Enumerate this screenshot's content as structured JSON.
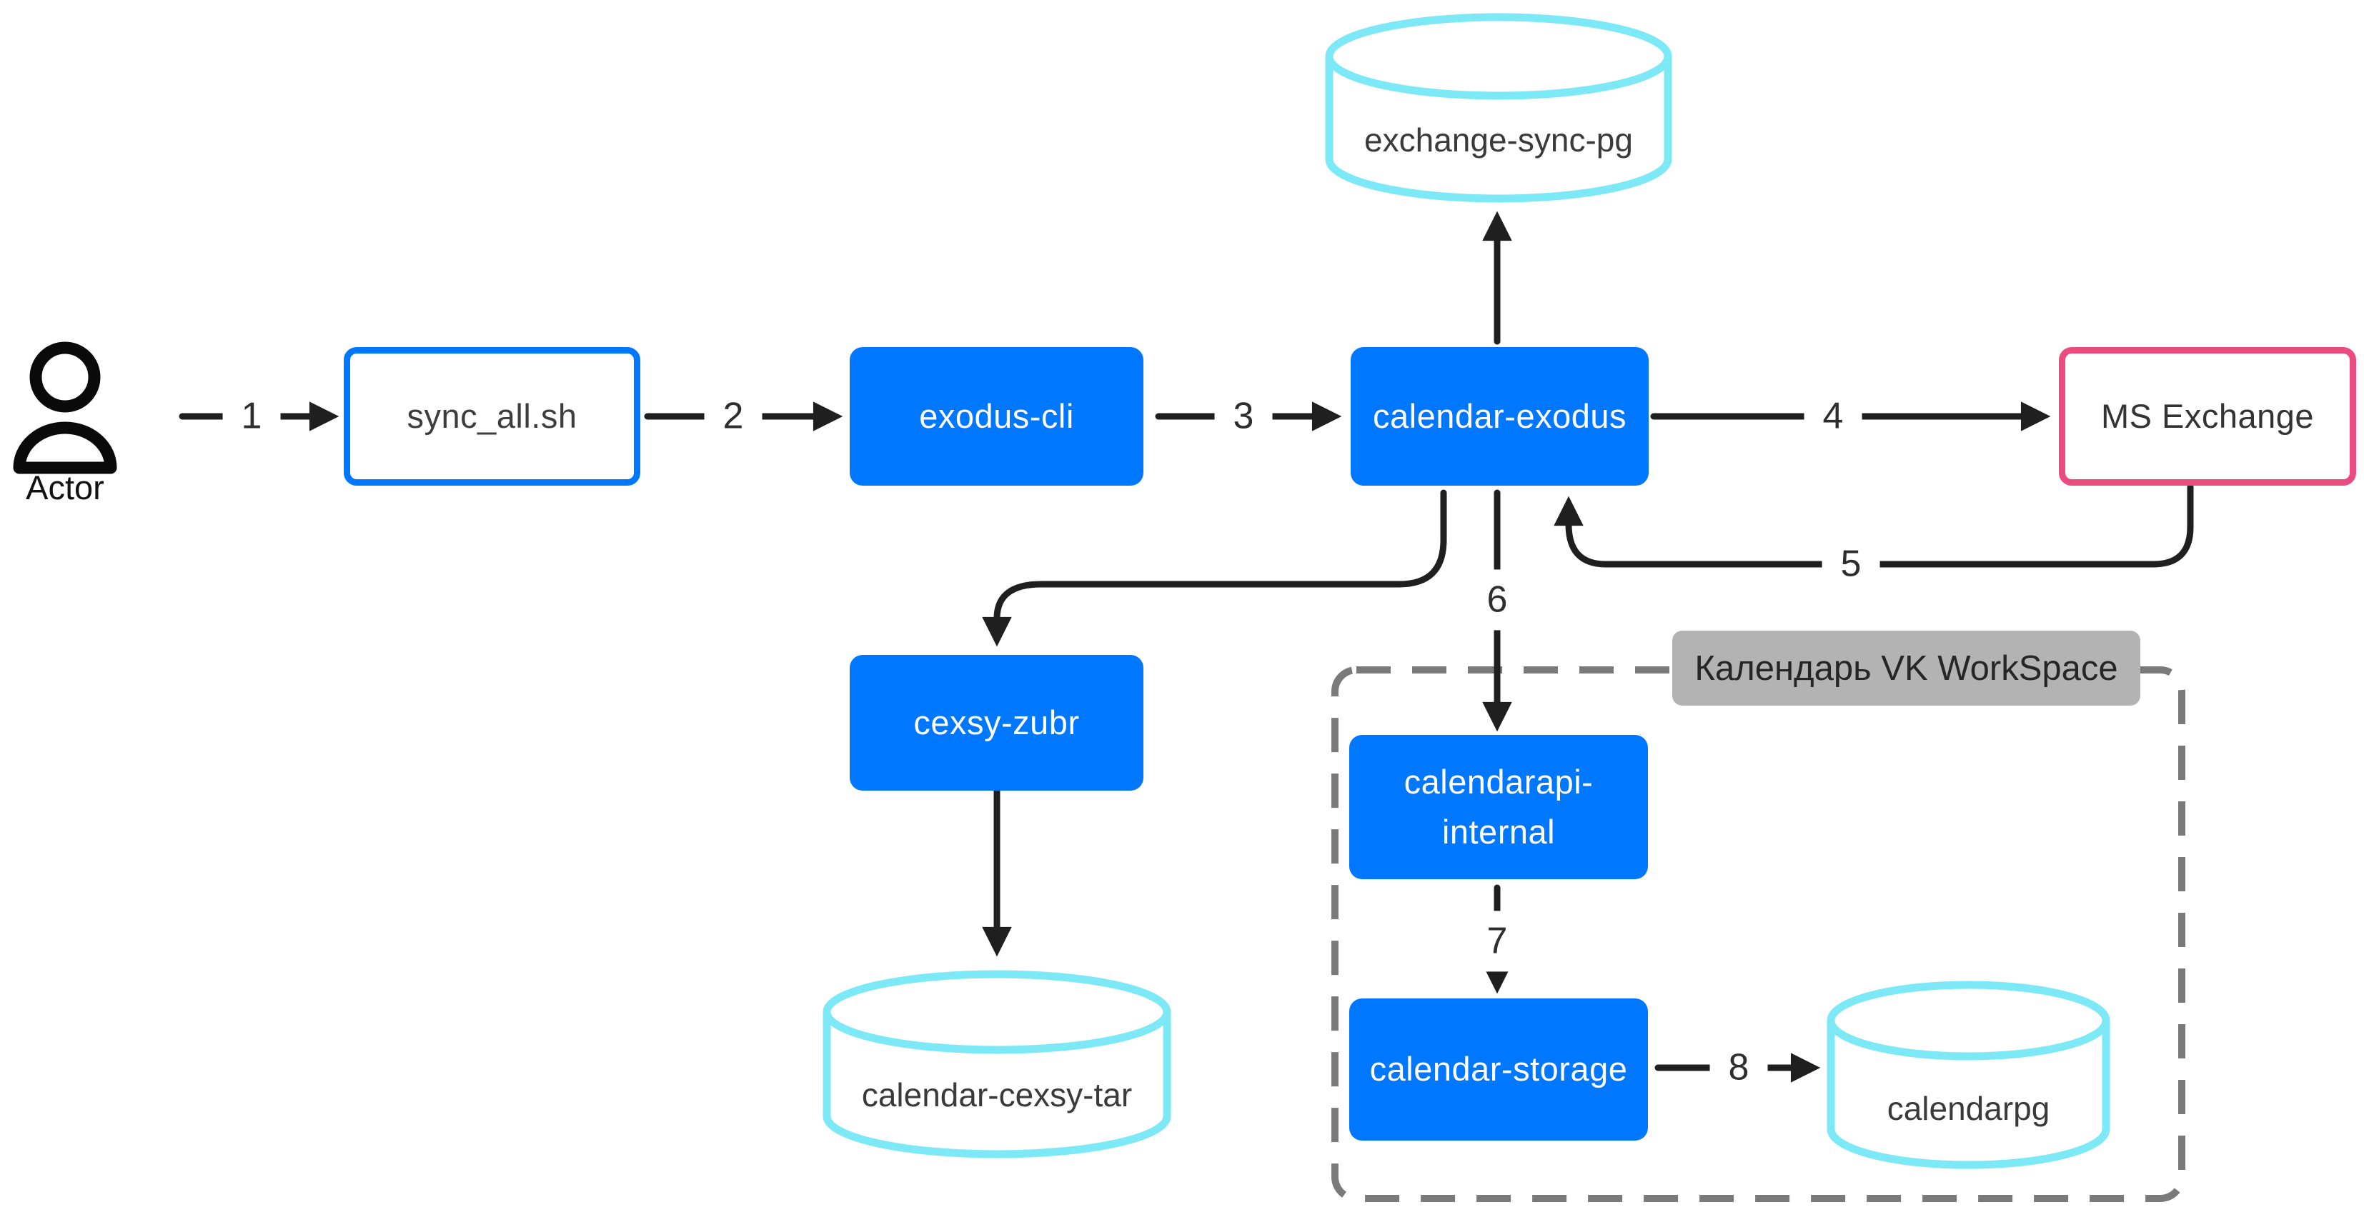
{
  "diagram": {
    "type": "architecture-flow",
    "colors": {
      "accent_blue": "#0077ff",
      "pink_border": "#ea4c80",
      "cyan_cylinder": "#7de9f6",
      "group_label_bg": "#b3b3b3",
      "dash_gray": "#7a7a7a",
      "line_black": "#1f1f1f"
    }
  },
  "actor": {
    "label": "Actor"
  },
  "nodes": {
    "sync_all": {
      "label": "sync_all.sh",
      "style": "outlined-blue"
    },
    "exodus_cli": {
      "label": "exodus-cli",
      "style": "filled-blue"
    },
    "calendar_exodus": {
      "label": "calendar-exodus",
      "style": "filled-blue"
    },
    "ms_exchange": {
      "label": "MS Exchange",
      "style": "outlined-pink"
    },
    "exchange_sync_pg": {
      "label": "exchange-sync-pg",
      "style": "cylinder"
    },
    "cexsy_zubr": {
      "label": "cexsy-zubr",
      "style": "filled-blue"
    },
    "calendar_cexsy_tar": {
      "label": "calendar-cexsy-tar",
      "style": "cylinder"
    },
    "calendarapi_internal": {
      "label": "calendarapi-internal",
      "style": "filled-blue"
    },
    "calendar_storage": {
      "label": "calendar-storage",
      "style": "filled-blue"
    },
    "calendarpg": {
      "label": "calendarpg",
      "style": "cylinder"
    }
  },
  "group": {
    "label": "Календарь VK WorkSpace"
  },
  "edges": {
    "n1": "1",
    "n2": "2",
    "n3": "3",
    "n4": "4",
    "n5": "5",
    "n6": "6",
    "n7": "7",
    "n8": "8"
  }
}
